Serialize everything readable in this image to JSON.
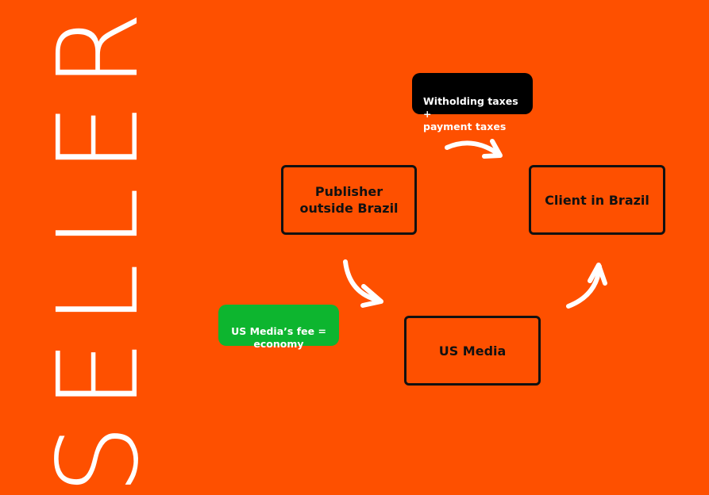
{
  "title": "SELLER",
  "nodes": {
    "publisher": "Publisher\noutside Brazil",
    "client": "Client in Brazil",
    "us_media": "US Media"
  },
  "notes": {
    "taxes": "Witholding taxes +\npayment taxes",
    "fee": "US Media’s fee =\neconomy"
  },
  "arrows": [
    {
      "from": "publisher",
      "to": "us_media",
      "icon": "curved-arrow-icon"
    },
    {
      "from": "us_media",
      "to": "client",
      "icon": "curved-arrow-icon"
    },
    {
      "from": "publisher",
      "to": "client",
      "icon": "curved-arrow-icon"
    }
  ],
  "colors": {
    "background": "#fe5000",
    "taxes_note": "#000000",
    "fee_note": "#0db52f",
    "text_light": "#ffffff",
    "box_border": "#111111"
  }
}
